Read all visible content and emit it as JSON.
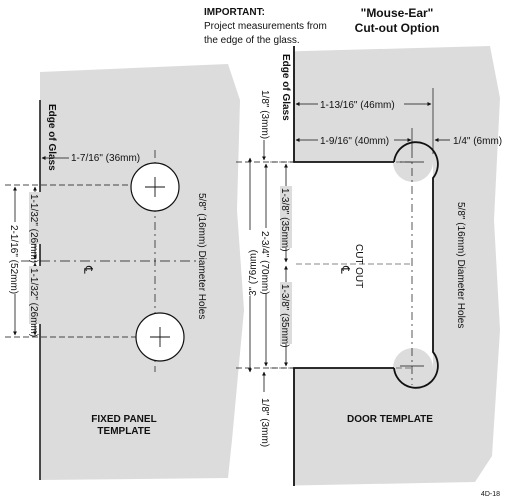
{
  "header": {
    "important_title": "IMPORTANT:",
    "important_line1": "Project measurements from",
    "important_line2": "the edge of the glass.",
    "option_line1": "\"Mouse-Ear\"",
    "option_line2": "Cut-out Option"
  },
  "fixed_panel": {
    "edge_label": "Edge of Glass",
    "dim_horizontal": "1-7/16\" (36mm)",
    "dim_upper": "1-1/32\" (26mm)",
    "dim_lower": "1-1/32\" (26mm)",
    "dim_total": "2-1/16\" (52mm)",
    "holes_label": "5/8\" (16mm) Diameter Holes",
    "centerline": "℄",
    "template_line1": "FIXED PANEL",
    "template_line2": "TEMPLATE"
  },
  "door": {
    "edge_label": "Edge of Glass",
    "dim_top_vertical": "1/8\" (3mm)",
    "dim_outer_horizontal": "1-13/16\" (46mm)",
    "dim_inner_horizontal": "1-9/16\" (40mm)",
    "dim_right": "1/4\" (6mm)",
    "dim_upper_hole": "1-3/8\" (35mm)",
    "dim_cutout_height": "2-3/4\" (70mm)",
    "dim_lower_hole": "1-3/8\" (35mm)",
    "dim_total": "3\" (76mm)",
    "dim_bottom_vertical": "1/8\" (3mm)",
    "cutout_label": "CUT OUT",
    "centerline": "℄",
    "holes_label": "5/8\" (16mm) Diameter Holes",
    "template_label": "DOOR TEMPLATE"
  },
  "figure_code": "4D-18"
}
